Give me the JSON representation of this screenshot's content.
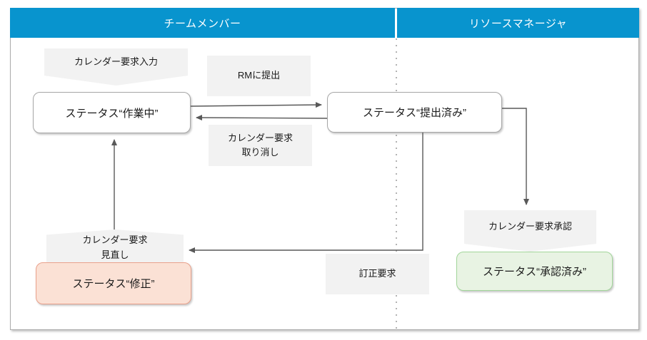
{
  "header": {
    "left_lane": "チームメンバー",
    "right_lane": "リソースマネージャ"
  },
  "nodes": {
    "working": "ステータス“作業中”",
    "submitted": "ステータス“提出済み”",
    "revise": "ステータス“修正”",
    "approved": "ステータス“承認済み”"
  },
  "labels": {
    "calendar_request_input": "カレンダー要求入力",
    "submit_to_rm": "RMに提出",
    "cancel_line1": "カレンダー要求",
    "cancel_line2": "取り消し",
    "review_line1": "カレンダー要求",
    "review_line2": "見直し",
    "correction_request": "訂正要求",
    "calendar_request_approval": "カレンダー要求承認"
  },
  "colors": {
    "header_bg": "#0894ce",
    "header_text": "#ffffff",
    "frame_border": "#ababab",
    "divider_dot": "#b3b3b3",
    "label_bg": "#f2f2f2",
    "node_bg": "#ffffff",
    "node_border": "#a6a6a6",
    "revise_bg": "#fbe1d5",
    "revise_border": "#e9a18c",
    "approved_bg": "#e8f3e3",
    "approved_border": "#a2d69a",
    "arrow": "#595959",
    "text": "#1a1a1a"
  }
}
